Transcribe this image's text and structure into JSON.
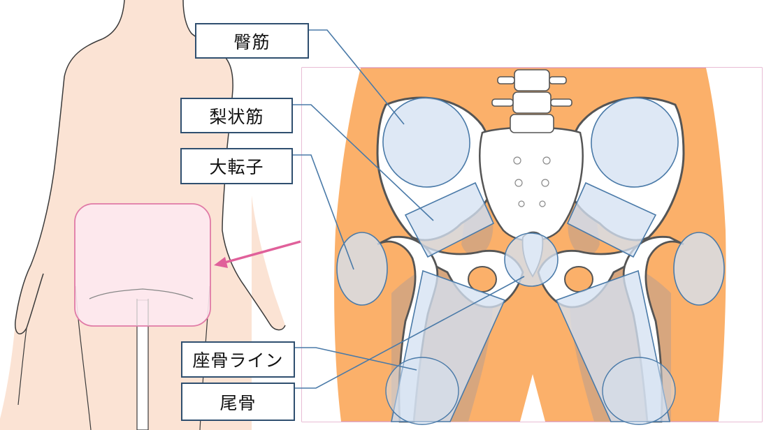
{
  "labels": {
    "gluteus_maximus": "臀筋",
    "piriformis": "梨状筋",
    "greater_trochanter": "大転子",
    "ischial_line": "座骨ライン",
    "coccyx": "尾骨"
  },
  "colors": {
    "skin": "#fbe3d4",
    "skin_outline": "#3a3a3a",
    "highlight_fill": "#fde8ef",
    "highlight_stroke": "#e07aa6",
    "arrow": "#e0609a",
    "background_orange": "#fbb06a",
    "muscle_brown": "#d7a67e",
    "bone": "#ffffff",
    "bone_outline": "#555555",
    "overlay_blue": "#d5e2f2",
    "leader_line": "#4a7aa8",
    "box_border": "#2f4f6f"
  }
}
